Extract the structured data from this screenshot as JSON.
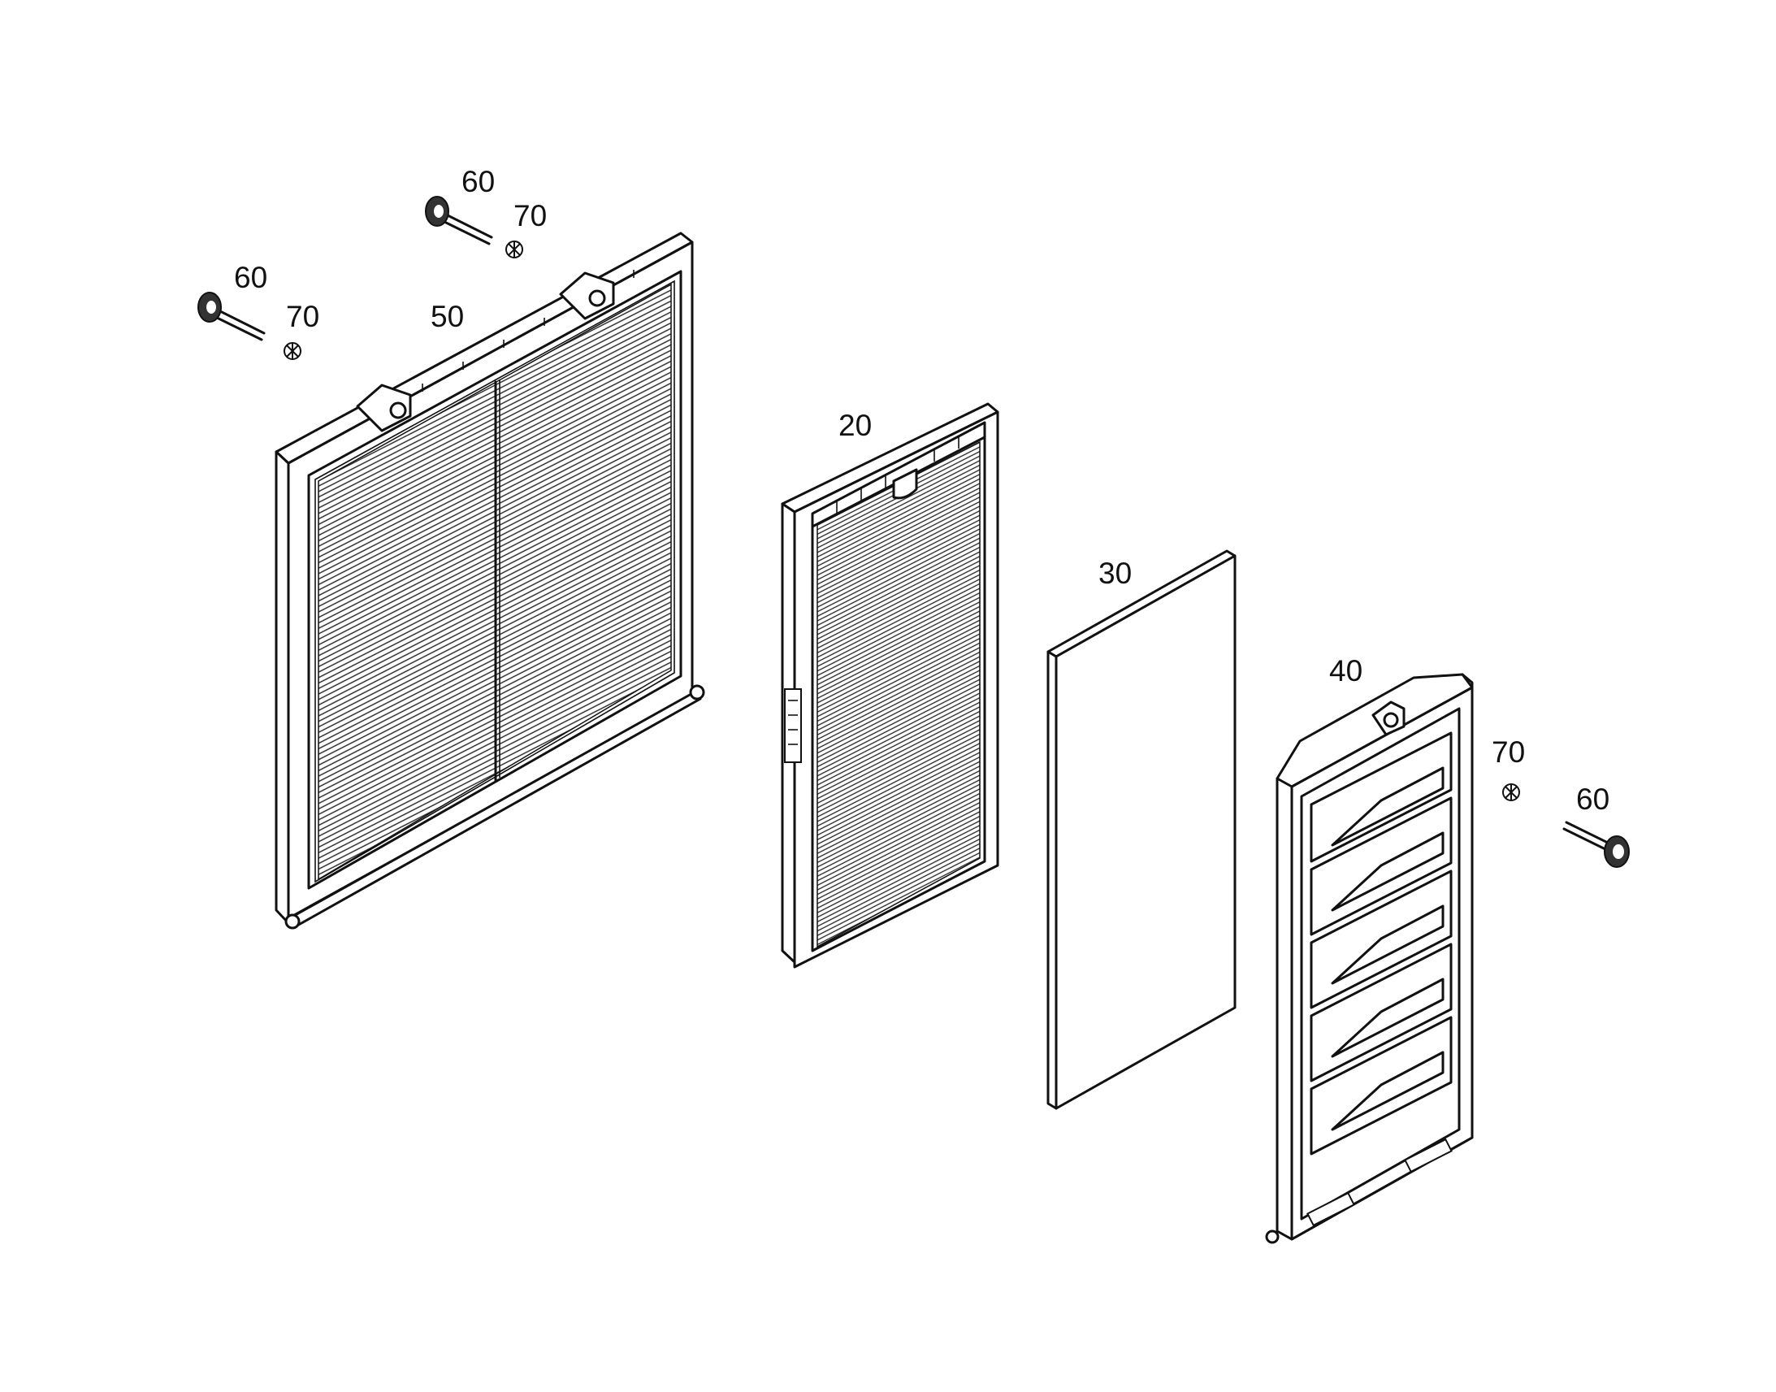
{
  "diagram": {
    "type": "exploded-parts-view",
    "callouts": {
      "p20": "20",
      "p30": "30",
      "p40": "40",
      "p50": "50",
      "p60a": "60",
      "p60b": "60",
      "p60c": "60",
      "p70a": "70",
      "p70b": "70",
      "p70c": "70"
    }
  }
}
